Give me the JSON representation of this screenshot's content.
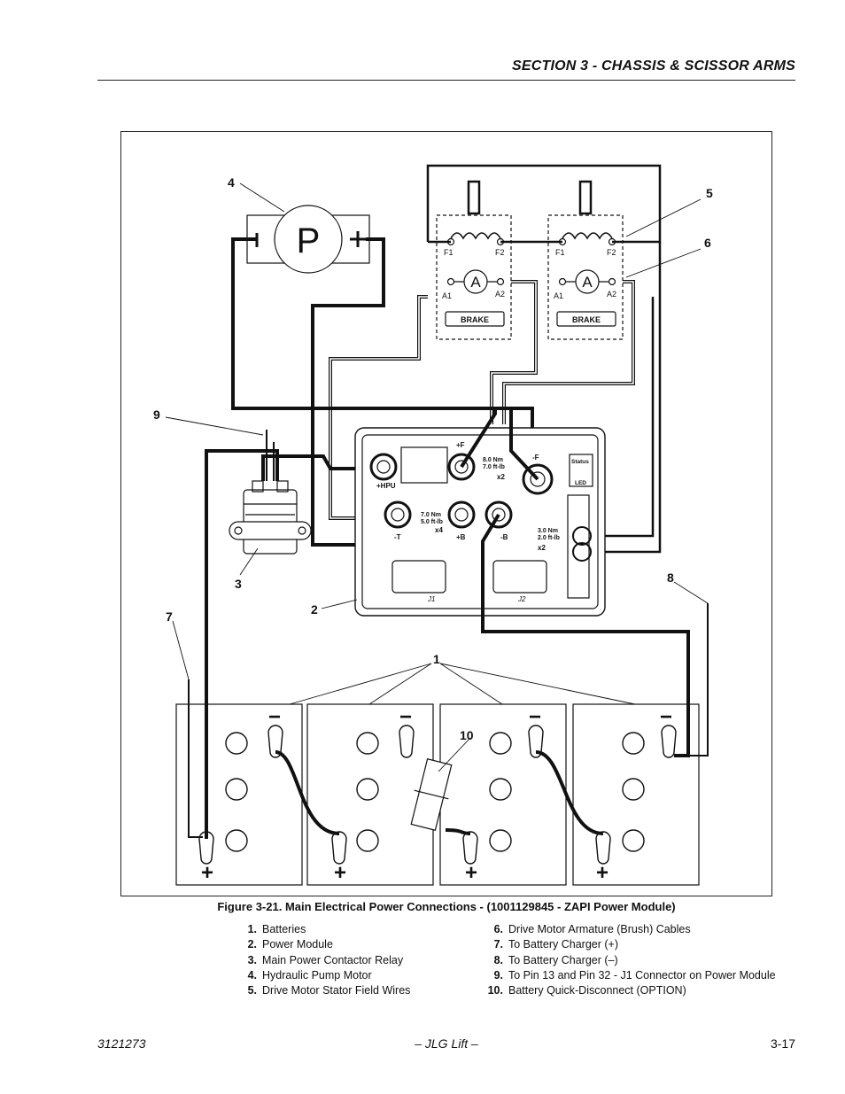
{
  "header": {
    "section_title": "SECTION 3 - CHASSIS & SCISSOR ARMS"
  },
  "figure": {
    "caption": "Figure 3-21.  Main Electrical Power Connections - (1001129845 - ZAPI Power Module)",
    "callouts": [
      "1",
      "2",
      "3",
      "4",
      "5",
      "6",
      "7",
      "8",
      "9",
      "10"
    ],
    "motor_labels": {
      "pump": "P",
      "armature": "A",
      "f1": "F1",
      "f2": "F2",
      "a1": "A1",
      "a2": "A2",
      "brake": "BRAKE"
    },
    "module_labels": {
      "hpu": "+HPU",
      "minus_t": "-T",
      "plus_b": "+B",
      "minus_b": "-B",
      "minus_f": "-F",
      "f_top": "+F",
      "status": "Status",
      "led": "LED",
      "j1": "J1",
      "j2": "J2",
      "torque_a": "8.0 Nm",
      "torque_b": "7.0 ft-lb",
      "torque_c": "7.0 Nm",
      "torque_d": "5.0 ft-lb",
      "torque_e": "3.0 Nm",
      "torque_f": "2.0 ft-lb",
      "x2": "x2",
      "x4": "x4"
    },
    "battery_signs": {
      "minus": "−",
      "plus": "+"
    }
  },
  "legend": {
    "left": [
      {
        "num": "1.",
        "text": "Batteries"
      },
      {
        "num": "2.",
        "text": "Power Module"
      },
      {
        "num": "3.",
        "text": "Main Power Contactor Relay"
      },
      {
        "num": "4.",
        "text": "Hydraulic Pump Motor"
      },
      {
        "num": "5.",
        "text": "Drive Motor Stator Field Wires"
      }
    ],
    "right": [
      {
        "num": "6.",
        "text": "Drive Motor Armature (Brush) Cables"
      },
      {
        "num": "7.",
        "text": "To Battery Charger (+)"
      },
      {
        "num": "8.",
        "text": "To Battery Charger (–)"
      },
      {
        "num": "9.",
        "text": "To Pin 13 and Pin 32 - J1 Connector on Power Module"
      },
      {
        "num": "10.",
        "text": "Battery Quick-Disconnect (OPTION)"
      }
    ]
  },
  "footer": {
    "doc_number": "3121273",
    "company": "– JLG Lift –",
    "page": "3-17"
  }
}
